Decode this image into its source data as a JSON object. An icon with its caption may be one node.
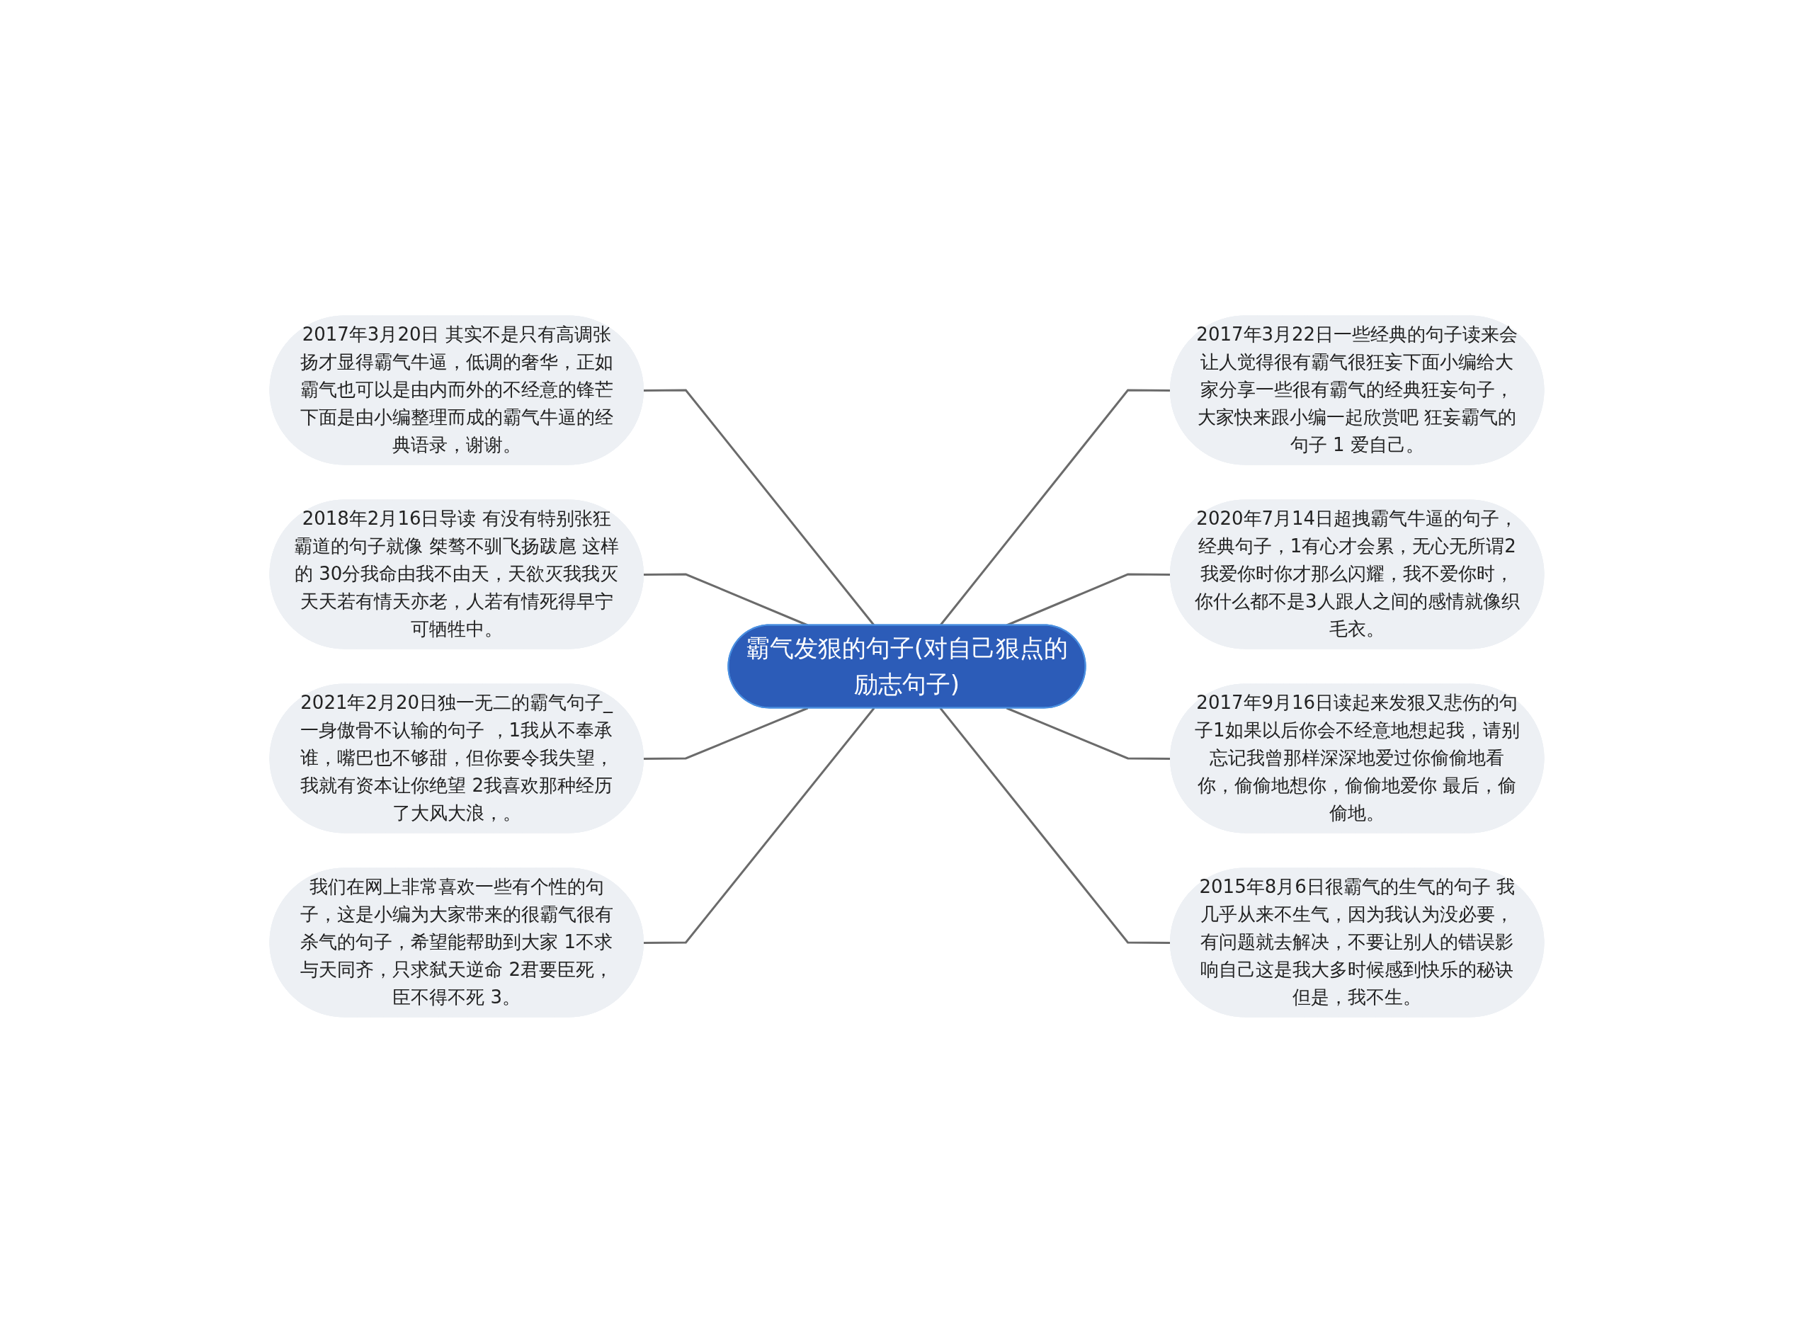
{
  "diagram": {
    "nodes": [
      {
        "text": [
          "霸气发狠的句子(对自己狠点的励志句子)"
        ]
      },
      {
        "text": [
          "2017年3月20日 其实不是只有高调张扬才显得霸气牛逼，低调的奢华，正如霸气也可以是由内而外的不经意的锋芒下面是由小编整理而成的霸气牛逼的经典语录，谢谢。"
        ]
      },
      {
        "text": [
          "2018年2月16日导读 有没有特别张狂霸道的句子就像 桀骜不驯飞扬跋扈 这样的 30分我命由我不由天，天欲灭我我灭天天若有情天亦老，人若有情死得早宁可牺牲中。"
        ]
      },
      {
        "text": [
          "2021年2月20日独一无二的霸气句子_一身傲骨不认输的句子 ，1我从不奉承谁，嘴巴也不够甜，但你要令我失望，我就有资本让你绝望 2我喜欢那种经历了大风大浪，。"
        ]
      },
      {
        "text": [
          "我们在网上非常喜欢一些有个性的句子，这是小编为大家带来的很霸气很有杀气的句子，希望能帮助到大家 1不求与天同齐，只求弑天逆命 2君要臣死，臣不得不死 3。"
        ]
      },
      {
        "text": [
          "2017年3月22日一些经典的句子读来会让人觉得很有霸气很狂妄下面小编给大家分享一些很有霸气的经典狂妄句子，大家快来跟小编一起欣赏吧 狂妄霸气的句子 1 爱自己。"
        ]
      },
      {
        "text": [
          "2020年7月14日超拽霸气牛逼的句子，经典句子，1有心才会累，无心无所谓2我爱你时你才那么闪耀，我不爱你时，你什么都不是3人跟人之间的感情就像织毛衣。"
        ]
      },
      {
        "text": [
          "2017年9月16日读起来发狠又悲伤的句子1如果以后你会不经意地想起我，请别忘记我曾那样深深地爱过你偷偷地看你，偷偷地想你，偷偷地爱你 最后，偷偷地。"
        ]
      },
      {
        "text": [
          "2015年8月6日很霸气的生气的句子 我几乎从来不生气，因为我认为没必要，有问题就去解决，不要让别人的错误影响自己这是我大多时候感到快乐的秘诀但是，我不生。"
        ]
      }
    ],
    "edges": [
      {
        "from": 0,
        "to": 1,
        "arrow": "none"
      },
      {
        "from": 0,
        "to": 2,
        "arrow": "none"
      },
      {
        "from": 0,
        "to": 3,
        "arrow": "none"
      },
      {
        "from": 0,
        "to": 4,
        "arrow": "none"
      },
      {
        "from": 0,
        "to": 5,
        "arrow": "none"
      },
      {
        "from": 0,
        "to": 6,
        "arrow": "none"
      },
      {
        "from": 0,
        "to": 7,
        "arrow": "none"
      },
      {
        "from": 0,
        "to": 8,
        "arrow": "none"
      }
    ]
  }
}
